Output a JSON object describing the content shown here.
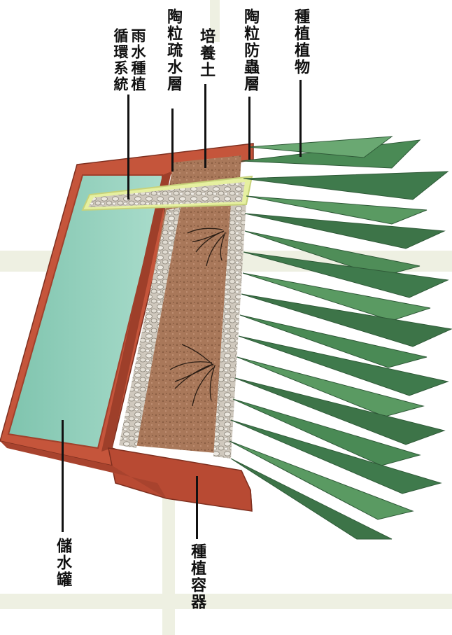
{
  "labels": {
    "plants": "種植植物",
    "anti_insect": "陶粒防蟲層",
    "soil": "培養土",
    "drainage": "陶粒疏水層",
    "rain_line1": "雨水種植",
    "rain_line2": "循環系統",
    "tank": "儲水罐",
    "container": "種植容器"
  },
  "colors": {
    "container": "#c5553b",
    "container_dark": "#9e3f2a",
    "water": "#8fcfb8",
    "soil": "#a8795a",
    "pebble": "#d8d2c8",
    "highlight": "#e6f0a0",
    "leaf": "#3f7a4c",
    "grid": "#eef0e2"
  }
}
